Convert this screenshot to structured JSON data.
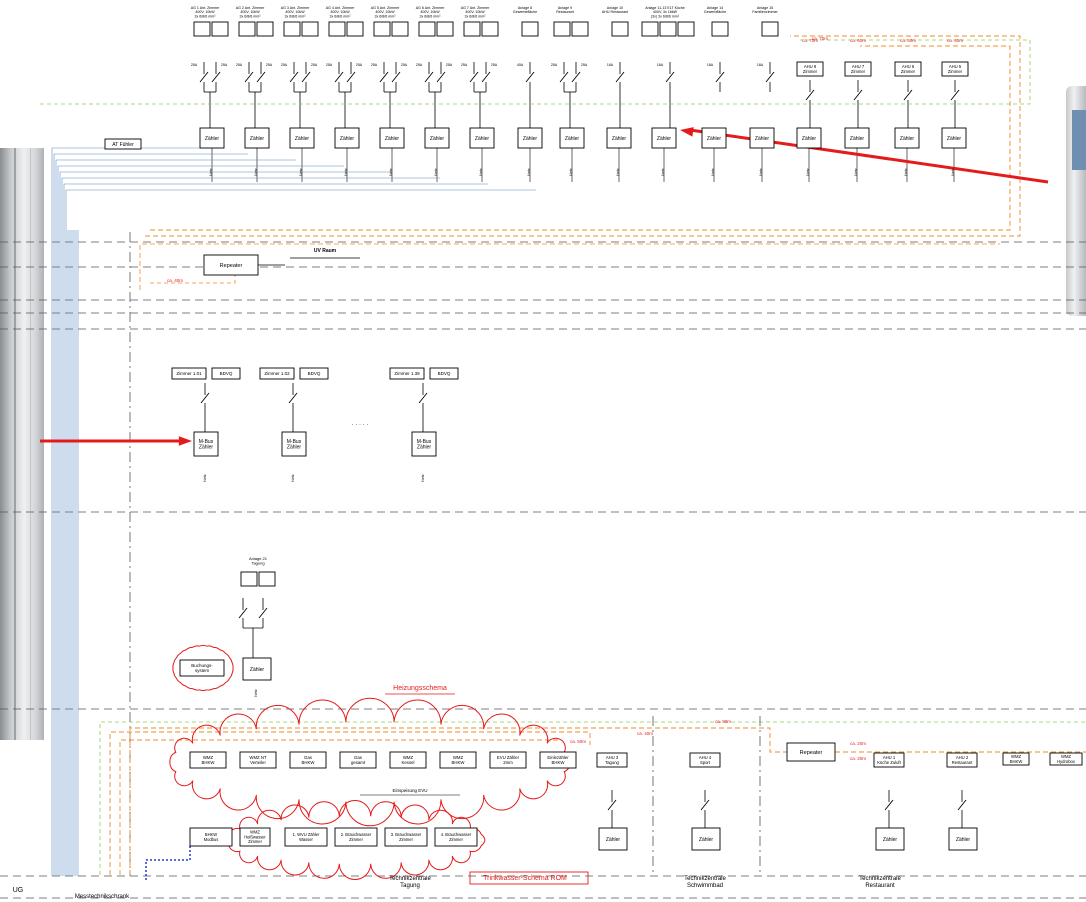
{
  "top_headers": [
    "AG 1 Ant. Zimmer\n400V, 10kW\n3x 6/8/6 mm²",
    "AG 2 Ant. Zimmer\n400V, 10kW\n3x 6/8/6 mm²",
    "AG 3 Ant. Zimmer\n400V, 10kW\n3x 6/8/6 mm²",
    "AG 4 Ant. Zimmer\n400V, 10kW\n3x 6/8/6 mm²",
    "AG 5 Ant. Zimmer\n400V, 10kW\n3x 6/8/6 mm²",
    "AG 6 Ant. Zimmer\n400V, 10kW\n3x 6/8/6 mm²",
    "AG 7 Ant. Zimmer\n400V, 10kW\n3x 6/8/6 mm²",
    "Anlage 8\nGewerbefläche",
    "Anlage 9\nRestaurant",
    "Anlage 10\nAHU Restaurant",
    "Anlage 11-13 ELT Küche\n400V, 3x 16kW\n(3x) 3x 6/8/6 mm²",
    "Anlage 14\nGewerbfläche",
    "Anlage 15\nFamilienzimmer"
  ],
  "fuse_labels": [
    "25A",
    "25A",
    "40A",
    "16A"
  ],
  "meter_label": "Zähler",
  "netz_label": "Netz",
  "at_fuehler": "AT Fühler",
  "ahu_top": [
    "AHU 8\nZimmer",
    "AHU 7\nZimmer",
    "AHU 6\nZimmer",
    "AHU 5\nZimmer"
  ],
  "distances_top": [
    "ca. 70m",
    "ca. 60m",
    "ca. 50m",
    "ca. 40m"
  ],
  "repeater_label": "Repeater",
  "uv_raum": "UV Raum",
  "dist_40": "ca. 40m",
  "zimmer_labels": [
    "Zimmer 1.01",
    "Zimmer 1.02",
    "Zimmer 1.39"
  ],
  "bdvq": "BDVQ",
  "mbus_label": "M-Bus\nZähler",
  "dots": "· · · · ·",
  "anlage21": "Anlage 21\nTagung",
  "buchungssystem": "Buchungs-\nsystem",
  "heizungsschema": "Heizungsschema",
  "trinkwasser": "Trinkwasser-Schema ROM",
  "heating_boxes": [
    "WMZ\nBHKW",
    "WMZ NT\nVerteiler",
    "Gas\nBHKW",
    "Gas\ngesamt",
    "WMZ\nKessel",
    "WMZ\nBHKW",
    "EVU Zähler\n2mm",
    "Einlezähler\nBHKW"
  ],
  "einspeisung": "Einspeisung EVU",
  "water_boxes": [
    "BHKW\nModbus",
    "WMZ\nHeißwasser\nZimmer",
    "1. WVU Zähler\nWasser",
    "2. Brauchwasser\nZimmer",
    "3. Brauchwasser\nZimmer",
    "4. Brauchwasser\nZimmer"
  ],
  "ahu_bottom": [
    "AHU 3\nTagung",
    "AHU 4\nSport",
    "AHU 1\nKüche Zuluft",
    "AHU 2\nRestaurant"
  ],
  "wmz_right": [
    "WMZ\nBHKW",
    "WMZ\nHydrobox"
  ],
  "dist_bottom": [
    "ca. 90m",
    "ca. 50m",
    "ca. 40m",
    "ca. 20m",
    "ca. 20m"
  ],
  "tz_labels": [
    "Technikzentrale\nTagung",
    "Technikzentrale\nSchwimmbad",
    "Technikzentrale\nRestaurant"
  ],
  "ug_label": "UG",
  "messtechnikschrank": "Messtechnikschrank",
  "colors": {
    "red": "#e41b1b",
    "orange": "#f08c28",
    "green": "#8bd05a",
    "blue": "#5c8ec4",
    "dash": "#555555",
    "darkblue": "#1f3fc8"
  }
}
